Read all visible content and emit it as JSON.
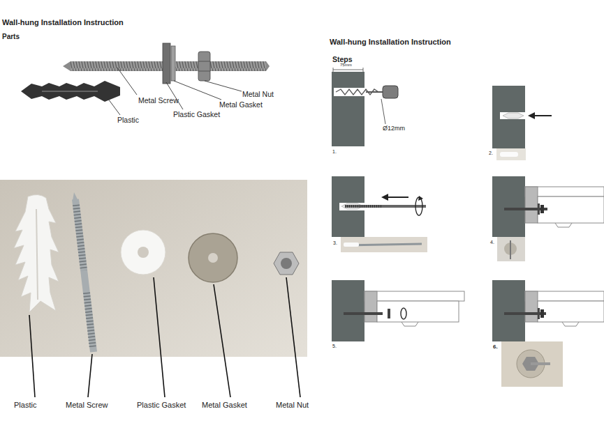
{
  "diagram": {
    "labels": [
      "Wall-hung Installation Instruction",
      "Parts",
      "Metal Screw",
      "Plastic",
      "Plastic Gasket",
      "Metal Gasket",
      "Metal Nut",
      "Plastic",
      "Metal Screw",
      "Plastic Gasket",
      "Metal Gasket",
      "Metal Nut",
      "Wall-hung Installation Instruction",
      "Steps",
      "75mm",
      "Ø12mm",
      "1.",
      "2.",
      "3.",
      "4.",
      "5.",
      "6."
    ]
  }
}
